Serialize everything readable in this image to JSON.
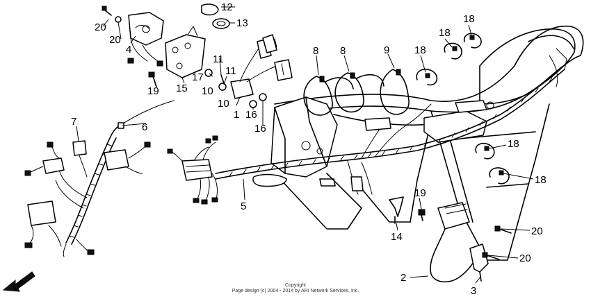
{
  "labels": {
    "p1": "1",
    "p2": "2",
    "p3": "3",
    "p4": "4",
    "p5": "5",
    "p6": "6",
    "p7": "7",
    "p8a": "8",
    "p8b": "8",
    "p9": "9",
    "p10a": "10",
    "p10b": "10",
    "p11a": "11",
    "p11b": "11",
    "p12": "12",
    "p13": "13",
    "p14": "14",
    "p15": "15",
    "p16a": "16",
    "p16b": "16",
    "p17": "17",
    "p18a": "18",
    "p18b": "18",
    "p18c": "18",
    "p18d": "18",
    "p18e": "18",
    "p19a": "19",
    "p19b": "19",
    "p20a": "20",
    "p20b": "20",
    "p20c": "20",
    "p20d": "20"
  },
  "direction_label": "FWD",
  "copyright": {
    "line1": "Copyright",
    "line2": "Page design (c) 2004 - 2014 by ARI Network Services, Inc."
  },
  "colors": {
    "ink": "#000000",
    "paper": "#ffffff"
  }
}
